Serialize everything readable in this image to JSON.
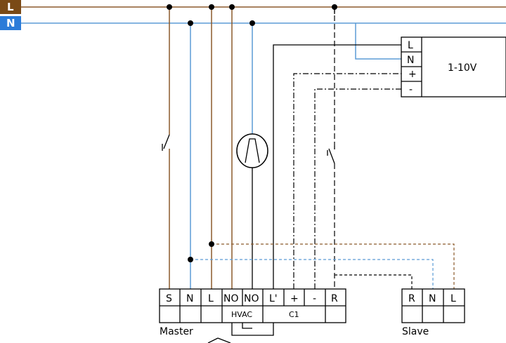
{
  "rails": {
    "live": {
      "label": "L",
      "color": "#7a4a16"
    },
    "neutral": {
      "label": "N",
      "color": "#2b7bd8"
    }
  },
  "driver": {
    "label": "1-10V",
    "terminals": [
      "L",
      "N",
      "+",
      "-"
    ]
  },
  "master": {
    "label": "Master",
    "terminals": [
      "S",
      "N",
      "L",
      "NO",
      "NO",
      "L'",
      "+",
      "-",
      "R"
    ],
    "group_hvac": "HVAC",
    "group_c1": "C1"
  },
  "slave": {
    "label": "Slave",
    "terminals": [
      "R",
      "N",
      "L"
    ]
  },
  "colors": {
    "brown": "#8b5a2b",
    "blue": "#5b9bd5",
    "grey": "#666666",
    "black": "#000000"
  }
}
